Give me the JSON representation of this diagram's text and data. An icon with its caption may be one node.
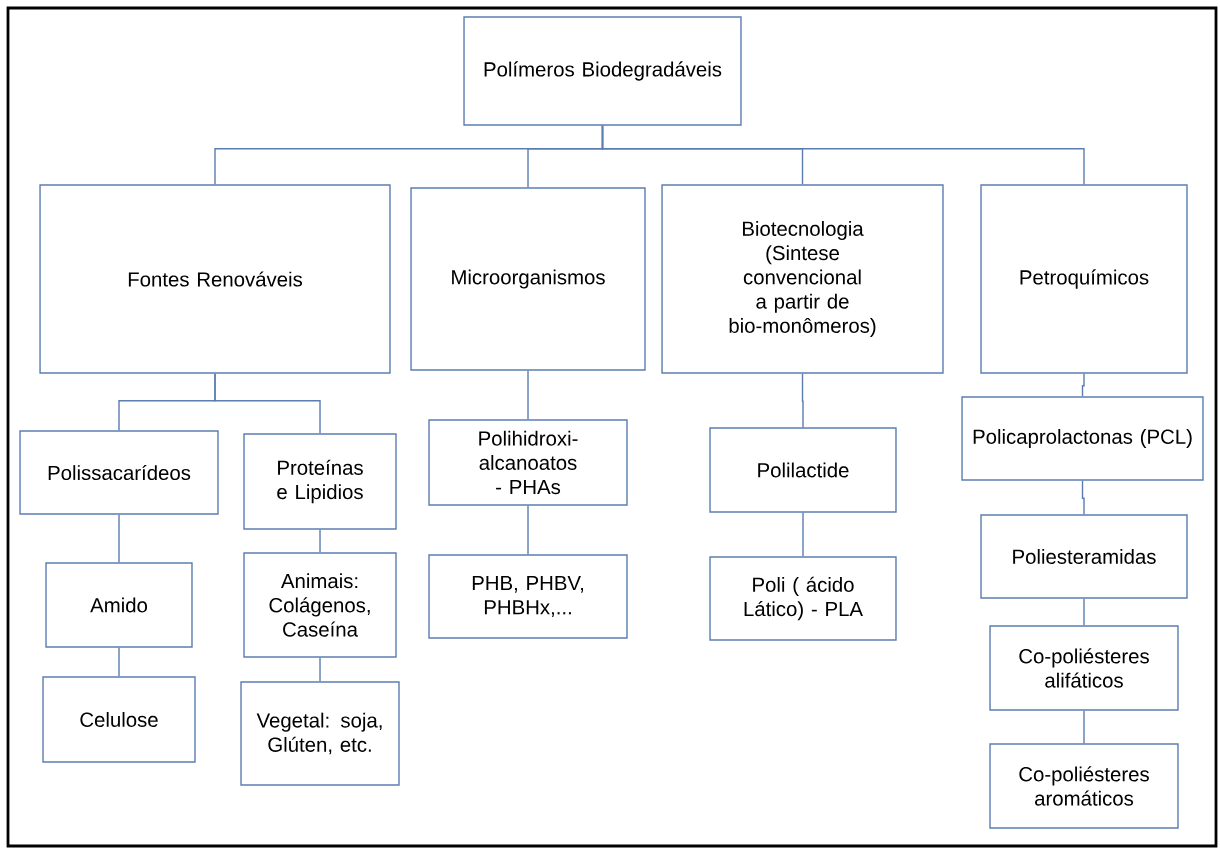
{
  "diagram": {
    "nodes": [
      {
        "text": [
          "Polímeros Biodegradáveis"
        ]
      },
      {
        "text": [
          "Fontes Renováveis"
        ]
      },
      {
        "text": [
          "Microorganismos"
        ]
      },
      {
        "text": [
          "Biotecnologia (Sintese convencional a partir de bio-monômeros)"
        ]
      },
      {
        "text": [
          "Petroquímicos"
        ]
      },
      {
        "text": [
          "Polissacarídeos"
        ]
      },
      {
        "text": [
          "Proteínas e Lipidios"
        ]
      },
      {
        "text": [
          "Amido"
        ]
      },
      {
        "text": [
          "Celulose"
        ]
      },
      {
        "text": [
          "Animais: Colágenos, Caseína"
        ]
      },
      {
        "text": [
          "Vegetal: soja, Glúten, etc."
        ]
      },
      {
        "text": [
          "Polihidroxi- alcanoatos - PHAs"
        ]
      },
      {
        "text": [
          "PHB, PHBV, PHBHx,..."
        ]
      },
      {
        "text": [
          "Polilactide"
        ]
      },
      {
        "text": [
          "Poli ( ácido Lático) - PLA"
        ]
      },
      {
        "text": [
          "Policaprolactonas (PCL)"
        ]
      },
      {
        "text": [
          "Poliesteramidas"
        ]
      },
      {
        "text": [
          "Co-poliésteres alifáticos"
        ]
      },
      {
        "text": [
          "Co-poliésteres aromáticos"
        ]
      }
    ],
    "edges": [
      {
        "from": 0,
        "to": 1,
        "arrow": "none"
      },
      {
        "from": 0,
        "to": 2,
        "arrow": "none"
      },
      {
        "from": 0,
        "to": 3,
        "arrow": "none"
      },
      {
        "from": 0,
        "to": 4,
        "arrow": "none"
      },
      {
        "from": 1,
        "to": 5,
        "arrow": "none"
      },
      {
        "from": 1,
        "to": 6,
        "arrow": "none"
      },
      {
        "from": 5,
        "to": 7,
        "arrow": "none"
      },
      {
        "from": 7,
        "to": 8,
        "arrow": "none"
      },
      {
        "from": 6,
        "to": 9,
        "arrow": "none"
      },
      {
        "from": 9,
        "to": 10,
        "arrow": "none"
      },
      {
        "from": 2,
        "to": 11,
        "arrow": "none"
      },
      {
        "from": 11,
        "to": 12,
        "arrow": "none"
      },
      {
        "from": 3,
        "to": 13,
        "arrow": "none"
      },
      {
        "from": 13,
        "to": 14,
        "arrow": "none"
      },
      {
        "from": 4,
        "to": 15,
        "arrow": "none"
      },
      {
        "from": 15,
        "to": 16,
        "arrow": "none"
      },
      {
        "from": 16,
        "to": 17,
        "arrow": "none"
      },
      {
        "from": 17,
        "to": 18,
        "arrow": "none"
      }
    ]
  }
}
